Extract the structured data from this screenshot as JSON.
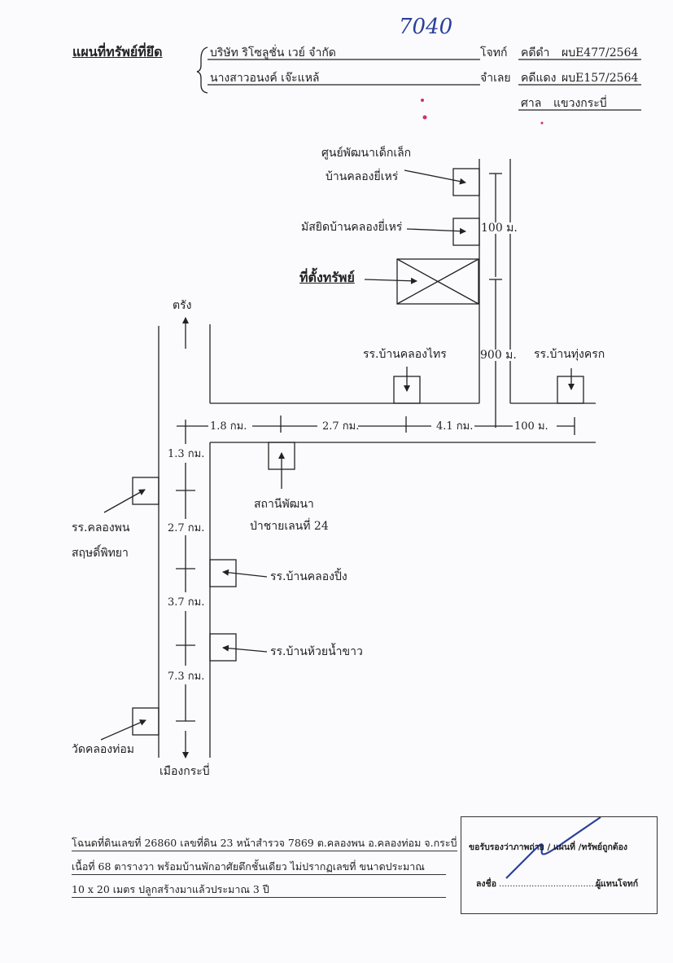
{
  "handwritten_number": "7040",
  "title": "แผนที่ทรัพย์ที่ยึด",
  "parties": {
    "plaintiff_name": "บริษัท ริโซลูชั่น เวย์ จำกัด",
    "plaintiff_label": "โจทก์",
    "defendant_name": "นางสาวอนงค์  เจ๊ะแหล้",
    "defendant_label": "จำเลย"
  },
  "case": {
    "black_label": "คดีดำ",
    "black_no": "ผบE477/2564",
    "red_label": "คดีแดง",
    "red_no": "ผบE157/2564",
    "court_label": "ศาล",
    "court_name": "แขวงกระบี่"
  },
  "map": {
    "child_center_line1": "ศูนย์พัฒนาเด็กเล็ก",
    "child_center_line2": "บ้านคลองยี่เหร่",
    "mosque": "มัสยิดบ้านคลองยี่เหร่",
    "property_location": "ที่ตั้งทรัพย์",
    "dist_100m_top": "100 ม.",
    "trang": "ตรัง",
    "school_khlong_sai": "รร.บ้านคลองไทร",
    "dist_900m": "900 ม.",
    "school_thung_khrok": "รร.บ้านทุ่งครก",
    "dist_1_8km": "1.8 กม.",
    "dist_2_7km_h": "2.7 กม.",
    "dist_4_1km": "4.1 กม.",
    "dist_100m_h": "100 ม.",
    "dist_1_3km": "1.3 กม.",
    "station_line1": "สถานีพัฒนา",
    "station_line2": "ป่าชายเลนที่ 24",
    "school_khlong_phon_line1": "รร.คลองพน",
    "school_khlong_phon_line2": "สฤษดิ์พิทยา",
    "dist_2_7km_v": "2.7 กม.",
    "school_khlong_ping": "รร.บ้านคลองปิ้ง",
    "dist_3_7km": "3.7 กม.",
    "school_huai_nam_khao": "รร.บ้านห้วยน้ำขาว",
    "dist_7_3km": "7.3 กม.",
    "wat_khlong_thom": "วัดคลองท่อม",
    "mueang_krabi": "เมืองกระบี่"
  },
  "description": {
    "line1": "โฉนดที่ดินเลขที่ 26860 เลขที่ดิน 23 หน้าสำรวจ 7869 ต.คลองพน อ.คลองท่อม จ.กระบี่",
    "line2": "เนื้อที่ 68 ตารางวา พร้อมบ้านพักอาศัยตึกชั้นเดียว ไม่ปรากฏเลขที่ ขนาดประมาณ",
    "line3": "10 x 20 เมตร ปลูกสร้างมาแล้วประมาณ 3 ปี"
  },
  "certification": {
    "statement": "ขอรับรองว่าภาพถ่าย / แผนที่ /ทรัพย์ถูกต้อง",
    "sign_label": "ลงชื่อ",
    "dots": "......................................",
    "role": "ผู้แทนโจทก์"
  }
}
